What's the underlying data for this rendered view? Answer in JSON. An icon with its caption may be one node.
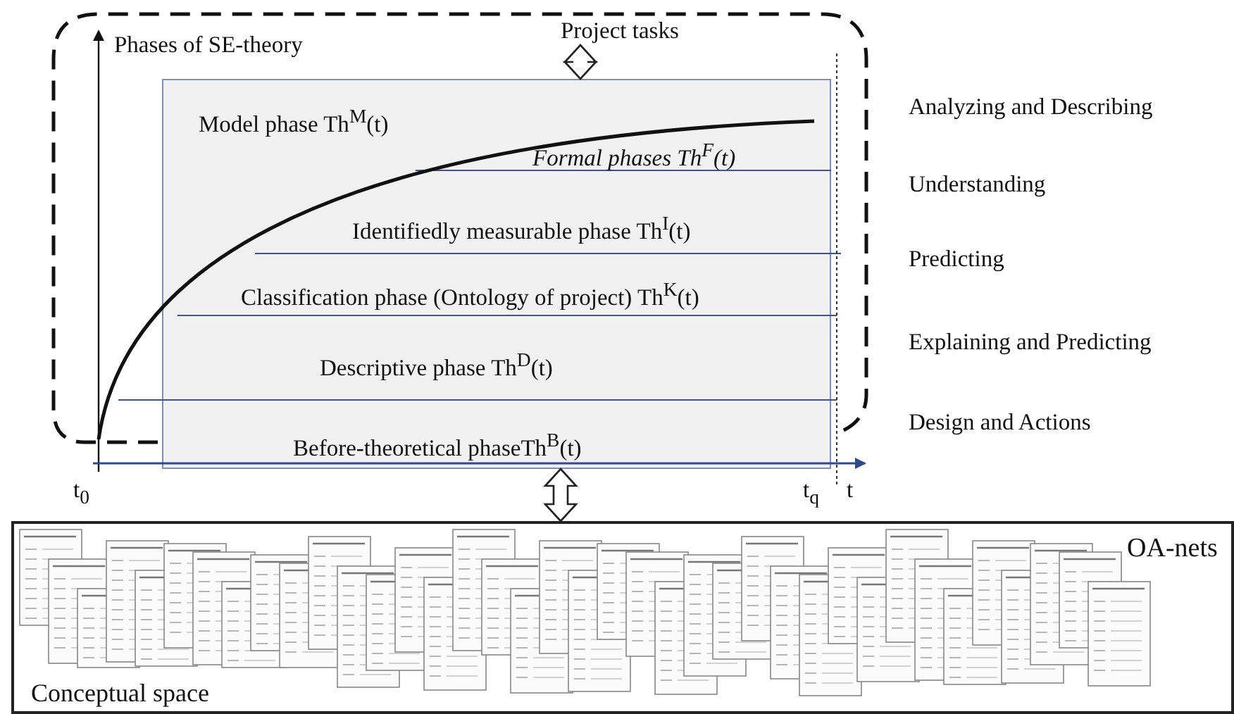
{
  "diagram": {
    "nodes": [
      {
        "text": [
          "Project tasks"
        ]
      },
      {
        "text": [],
        "shape": "box"
      },
      {
        "text": [
          "Model phase Th$^{M}$(t)"
        ],
        "in": 1
      },
      {
        "text": [
          "Formal phases Th$^{F}$(t)"
        ],
        "in": 1
      },
      {
        "text": [
          "Identifiedly measurable phase  Th$^{I}$(t)"
        ],
        "in": 1
      },
      {
        "text": [
          "Classification phase (Ontology of project) Th$^{K}$(t)"
        ],
        "in": 1
      },
      {
        "text": [
          "Descriptive phase Th$^{D}$(t)"
        ],
        "in": 1
      },
      {
        "text": [
          "Before-theoretical phaseTh$^{B}$(t)"
        ],
        "in": 1
      },
      {
        "text": [
          "OA-nets",
          "Conceptual space"
        ]
      }
    ],
    "edges": [
      {
        "from": 0,
        "to": 1,
        "arrow": "both"
      },
      {
        "from": 1,
        "to": 8,
        "arrow": "both"
      }
    ],
    "labels": [
      "Phases of SE-theory",
      "Analyzing and Describing",
      "Understanding",
      "Predicting",
      "Explaining and Predicting",
      "Design and Actions",
      "t$_{0}$",
      "t$_{q}$",
      "t"
    ]
  }
}
